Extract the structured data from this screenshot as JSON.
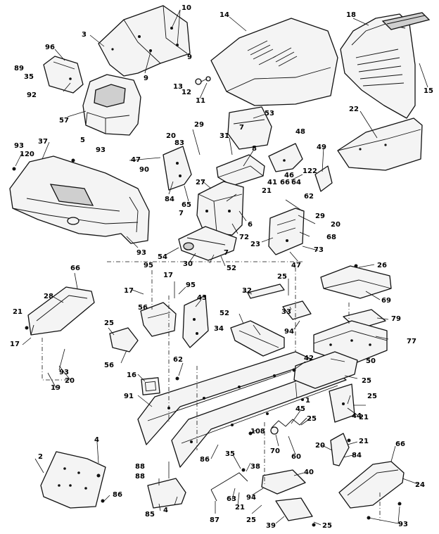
{
  "callouts": [
    {
      "id": "c10",
      "text": "10"
    },
    {
      "id": "c3",
      "text": "3"
    },
    {
      "id": "c9a",
      "text": "9"
    },
    {
      "id": "c9b",
      "text": "9"
    },
    {
      "id": "c14",
      "text": "14"
    },
    {
      "id": "c18",
      "text": "18"
    },
    {
      "id": "c15",
      "text": "15"
    },
    {
      "id": "c96",
      "text": "96"
    },
    {
      "id": "c89",
      "text": "89"
    },
    {
      "id": "c35a",
      "text": "35"
    },
    {
      "id": "c92",
      "text": "92"
    },
    {
      "id": "c57",
      "text": "57"
    },
    {
      "id": "c5",
      "text": "5"
    },
    {
      "id": "c13",
      "text": "13"
    },
    {
      "id": "c12",
      "text": "12"
    },
    {
      "id": "c11",
      "text": "11"
    },
    {
      "id": "c53",
      "text": "53"
    },
    {
      "id": "c22",
      "text": "22"
    },
    {
      "id": "c93a",
      "text": "93"
    },
    {
      "id": "c120",
      "text": "120"
    },
    {
      "id": "c37",
      "text": "37"
    },
    {
      "id": "c93b",
      "text": "93"
    },
    {
      "id": "c47a",
      "text": "47"
    },
    {
      "id": "c90",
      "text": "90"
    },
    {
      "id": "c20a",
      "text": "20"
    },
    {
      "id": "c83",
      "text": "83"
    },
    {
      "id": "c29a",
      "text": "29"
    },
    {
      "id": "c31",
      "text": "31"
    },
    {
      "id": "c7a",
      "text": "7"
    },
    {
      "id": "c8",
      "text": "8"
    },
    {
      "id": "c48",
      "text": "48"
    },
    {
      "id": "c49",
      "text": "49"
    },
    {
      "id": "c46",
      "text": "46"
    },
    {
      "id": "c64",
      "text": "64"
    },
    {
      "id": "c122",
      "text": "122"
    },
    {
      "id": "c27",
      "text": "27"
    },
    {
      "id": "c41",
      "text": "41"
    },
    {
      "id": "c66a",
      "text": "66"
    },
    {
      "id": "c21a",
      "text": "21"
    },
    {
      "id": "c62a",
      "text": "62"
    },
    {
      "id": "c84a",
      "text": "84"
    },
    {
      "id": "c65",
      "text": "65"
    },
    {
      "id": "c7b",
      "text": "7"
    },
    {
      "id": "c6",
      "text": "6"
    },
    {
      "id": "c29b",
      "text": "29"
    },
    {
      "id": "c20b",
      "text": "20"
    },
    {
      "id": "c72",
      "text": "72"
    },
    {
      "id": "c68",
      "text": "68"
    },
    {
      "id": "c23",
      "text": "23"
    },
    {
      "id": "c73",
      "text": "73"
    },
    {
      "id": "c54",
      "text": "54"
    },
    {
      "id": "c30",
      "text": "30"
    },
    {
      "id": "c7c",
      "text": "7"
    },
    {
      "id": "c52a",
      "text": "52"
    },
    {
      "id": "c47b",
      "text": "47"
    },
    {
      "id": "c93c",
      "text": "93"
    },
    {
      "id": "c95a",
      "text": "95"
    },
    {
      "id": "c66b",
      "text": "66"
    },
    {
      "id": "c26",
      "text": "26"
    },
    {
      "id": "c28",
      "text": "28"
    },
    {
      "id": "c17a",
      "text": "17"
    },
    {
      "id": "c17b",
      "text": "17"
    },
    {
      "id": "c95b",
      "text": "95"
    },
    {
      "id": "c25a",
      "text": "25"
    },
    {
      "id": "c32",
      "text": "32"
    },
    {
      "id": "c69",
      "text": "69"
    },
    {
      "id": "c21b",
      "text": "21"
    },
    {
      "id": "c56a",
      "text": "56"
    },
    {
      "id": "c43",
      "text": "43"
    },
    {
      "id": "c33",
      "text": "33"
    },
    {
      "id": "c52b",
      "text": "52"
    },
    {
      "id": "c34",
      "text": "34"
    },
    {
      "id": "c94a",
      "text": "94"
    },
    {
      "id": "c79",
      "text": "79"
    },
    {
      "id": "c25b",
      "text": "25"
    },
    {
      "id": "c77",
      "text": "77"
    },
    {
      "id": "c17c",
      "text": "17"
    },
    {
      "id": "c56b",
      "text": "56"
    },
    {
      "id": "c93d",
      "text": "93"
    },
    {
      "id": "c20c",
      "text": "20"
    },
    {
      "id": "c19",
      "text": "19"
    },
    {
      "id": "c42",
      "text": "42"
    },
    {
      "id": "c50",
      "text": "50"
    },
    {
      "id": "c16",
      "text": "16"
    },
    {
      "id": "c62b",
      "text": "62"
    },
    {
      "id": "c25c",
      "text": "25"
    },
    {
      "id": "c91",
      "text": "91"
    },
    {
      "id": "c1",
      "text": "1"
    },
    {
      "id": "c25d",
      "text": "25"
    },
    {
      "id": "c21c",
      "text": "21"
    },
    {
      "id": "c44",
      "text": "44"
    },
    {
      "id": "c45",
      "text": "45"
    },
    {
      "id": "c25e",
      "text": "25"
    },
    {
      "id": "c108",
      "text": "108"
    },
    {
      "id": "c60",
      "text": "60"
    },
    {
      "id": "c70",
      "text": "70"
    },
    {
      "id": "c4a",
      "text": "4"
    },
    {
      "id": "c2",
      "text": "2"
    },
    {
      "id": "c20d",
      "text": "20"
    },
    {
      "id": "c21d",
      "text": "21"
    },
    {
      "id": "c86a",
      "text": "86"
    },
    {
      "id": "c66c",
      "text": "66"
    },
    {
      "id": "c84b",
      "text": "84"
    },
    {
      "id": "c35b",
      "text": "35"
    },
    {
      "id": "c38",
      "text": "38"
    },
    {
      "id": "c88a",
      "text": "88"
    },
    {
      "id": "c88b",
      "text": "88"
    },
    {
      "id": "c40",
      "text": "40"
    },
    {
      "id": "c24",
      "text": "24"
    },
    {
      "id": "c94b",
      "text": "94"
    },
    {
      "id": "c86b",
      "text": "86"
    },
    {
      "id": "c63",
      "text": "63"
    },
    {
      "id": "c85",
      "text": "85"
    },
    {
      "id": "c4b",
      "text": "4"
    },
    {
      "id": "c87",
      "text": "87"
    },
    {
      "id": "c21e",
      "text": "21"
    },
    {
      "id": "c25f",
      "text": "25"
    },
    {
      "id": "c39",
      "text": "39"
    },
    {
      "id": "c25g",
      "text": "25"
    },
    {
      "id": "c93e",
      "text": "93"
    }
  ]
}
